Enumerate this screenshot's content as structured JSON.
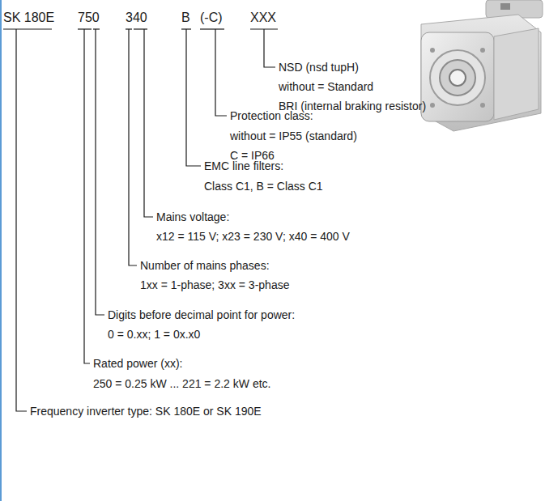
{
  "diagram": {
    "labels": [
      "SK 180E",
      "750",
      "340",
      "B",
      "(-C)",
      "XXX",
      "NSD (nsd tupH)",
      "without = Standard",
      "BRI (internal braking resistor)",
      "Protection class:",
      "without = IP55 (standard)",
      "C = IP66",
      "EMC line filters:",
      "Class C1, B = Class C1",
      "Mains voltage:",
      "x12 = 115 V; x23 = 230 V; x40 = 400 V",
      "Number of mains phases:",
      "1xx = 1-phase; 3xx = 3-phase",
      "Digits before decimal point for power:",
      "0 = 0.xx; 1 = 0x.x0",
      "Rated power (xx):",
      "250 = 0.25 kW ... 221 = 2.2 kW etc.",
      "Frequency inverter type: SK 180E or SK 190E"
    ]
  }
}
